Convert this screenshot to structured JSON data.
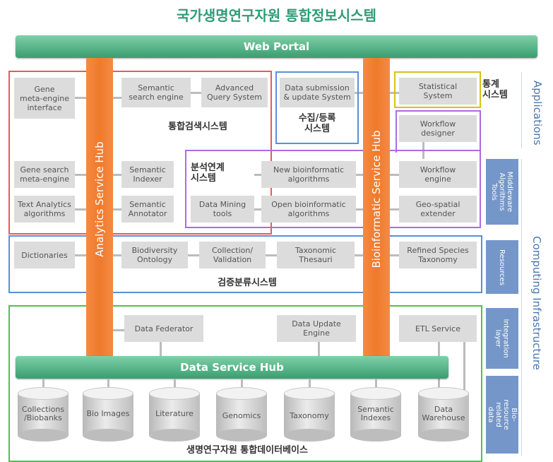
{
  "title": "국가생명연구자원 통합정보시스템",
  "web_portal": "Web Portal",
  "data_service_hub": "Data Service Hub",
  "analytics_hub": "Analytics Service Hub",
  "bioinformatic_hub": "Bioinformatic Service Hub",
  "groups": {
    "integrated_search": "통합검색시스템",
    "collection_registration": "수집/등록\n시스템",
    "statistics": "통계\n시스템",
    "analysis_link": "분석연계\n시스템",
    "verification_classification": "검증분류시스템",
    "integrated_database": "생명연구자원 통합데이터베이스"
  },
  "boxes": {
    "gene_meta": "Gene\nmeta-engine\ninterface",
    "semantic_search": "Semantic\nsearch engine",
    "advanced_query": "Advanced\nQuery System",
    "data_submission": "Data submission\n& update System",
    "statistical_system": "Statistical\nSystem",
    "workflow_designer": "Workflow\ndesigner",
    "gene_search": "Gene search\nmeta-engine",
    "semantic_indexer": "Semantic\nIndexer",
    "new_bioinfo": "New bioinformatic\nalgorithms",
    "workflow_engine": "Workflow\nengine",
    "text_analytics": "Text Analytics\nalgorithms",
    "semantic_annotator": "Semantic\nAnnotator",
    "data_mining": "Data Mining\ntools",
    "open_bioinfo": "Open bioinformatic\nalgorithms",
    "geo_spatial": "Geo-spatial\nextender",
    "dictionaries": "Dictionaries",
    "biodiversity": "Biodiversity\nOntology",
    "collection_validation": "Collection/\nValidation",
    "taxonomic_thesauri": "Taxonomic\nThesauri",
    "refined_species": "Refined Species\nTaxonomy",
    "data_federator": "Data Federator",
    "data_update_engine": "Data Update\nEngine",
    "etl_service": "ETL Service"
  },
  "databases": [
    "Collections\n/Biobanks",
    "Bio Images",
    "Literature",
    "Genomics",
    "Taxonomy",
    "Semantic\nIndexes",
    "Data\nWarehouse"
  ],
  "side_labels": {
    "applications": "Applications",
    "middleware": "Middleware\nAlgorithms\nTools",
    "resources": "Resources",
    "integration": "Integration\nlayer",
    "bio_resource": "Bio-resource\nrelated data",
    "computing": "Computing Infrastructure"
  },
  "colors": {
    "green": "#3a9e70",
    "orange": "#ef7a2c",
    "red": "#e85a5a",
    "blue": "#5b8fd6",
    "yellow": "#d6c21a",
    "purple": "#b06ae0",
    "side_blue": "#7596c8"
  }
}
